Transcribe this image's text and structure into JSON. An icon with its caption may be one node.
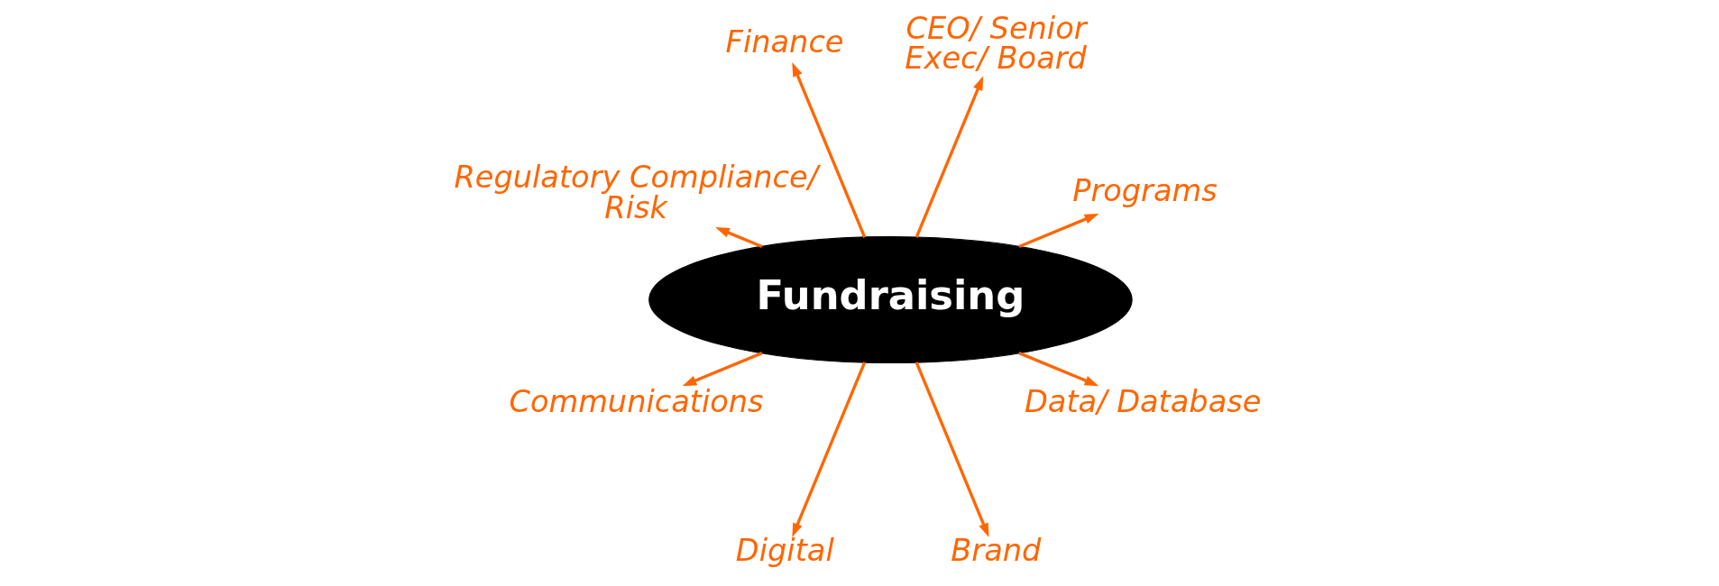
{
  "diagram": {
    "nodes": [
      {
        "text": [
          "Fundraising"
        ]
      },
      {
        "text": [
          "Programs"
        ]
      },
      {
        "text": [
          "CEO/ Senior Exec/ Board"
        ]
      },
      {
        "text": [
          "Finance"
        ]
      },
      {
        "text": [
          "Regulatory Compliance/ Risk"
        ]
      },
      {
        "text": [
          "Communications"
        ]
      },
      {
        "text": [
          "Digital"
        ]
      },
      {
        "text": [
          "Brand"
        ]
      },
      {
        "text": [
          "Data/ Database"
        ]
      }
    ],
    "edges": [
      {
        "from": 0,
        "to": 1,
        "arrow": "to"
      },
      {
        "from": 0,
        "to": 2,
        "arrow": "to"
      },
      {
        "from": 0,
        "to": 3,
        "arrow": "to"
      },
      {
        "from": 0,
        "to": 4,
        "arrow": "to"
      },
      {
        "from": 0,
        "to": 5,
        "arrow": "to"
      },
      {
        "from": 0,
        "to": 6,
        "arrow": "to"
      },
      {
        "from": 0,
        "to": 7,
        "arrow": "to"
      },
      {
        "from": 0,
        "to": 8,
        "arrow": "to"
      }
    ]
  }
}
